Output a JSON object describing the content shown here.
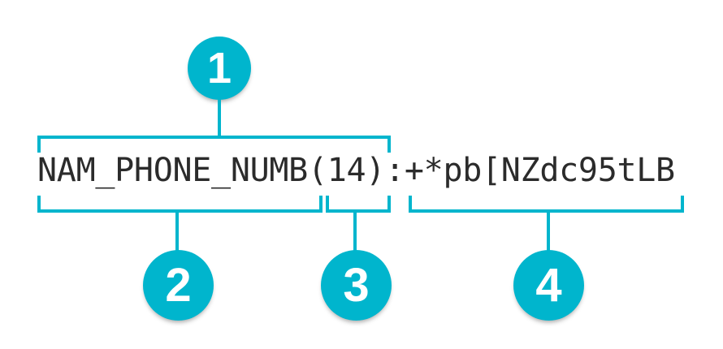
{
  "diagram": {
    "record": {
      "field_name": "NAM_PHONE_NUMB",
      "length": "(14)",
      "separator": ":",
      "value": "+*pb[NZdc95tLB",
      "full_string": "NAM_PHONE_NUMB(14):+*pb[NZdc95tLB"
    },
    "callouts": [
      {
        "label": "1"
      },
      {
        "label": "2"
      },
      {
        "label": "3"
      },
      {
        "label": "4"
      }
    ],
    "colors": {
      "accent": "#00b5cd",
      "text": "#2b2b2b",
      "background": "#ffffff",
      "callout_number": "#ffffff"
    }
  }
}
